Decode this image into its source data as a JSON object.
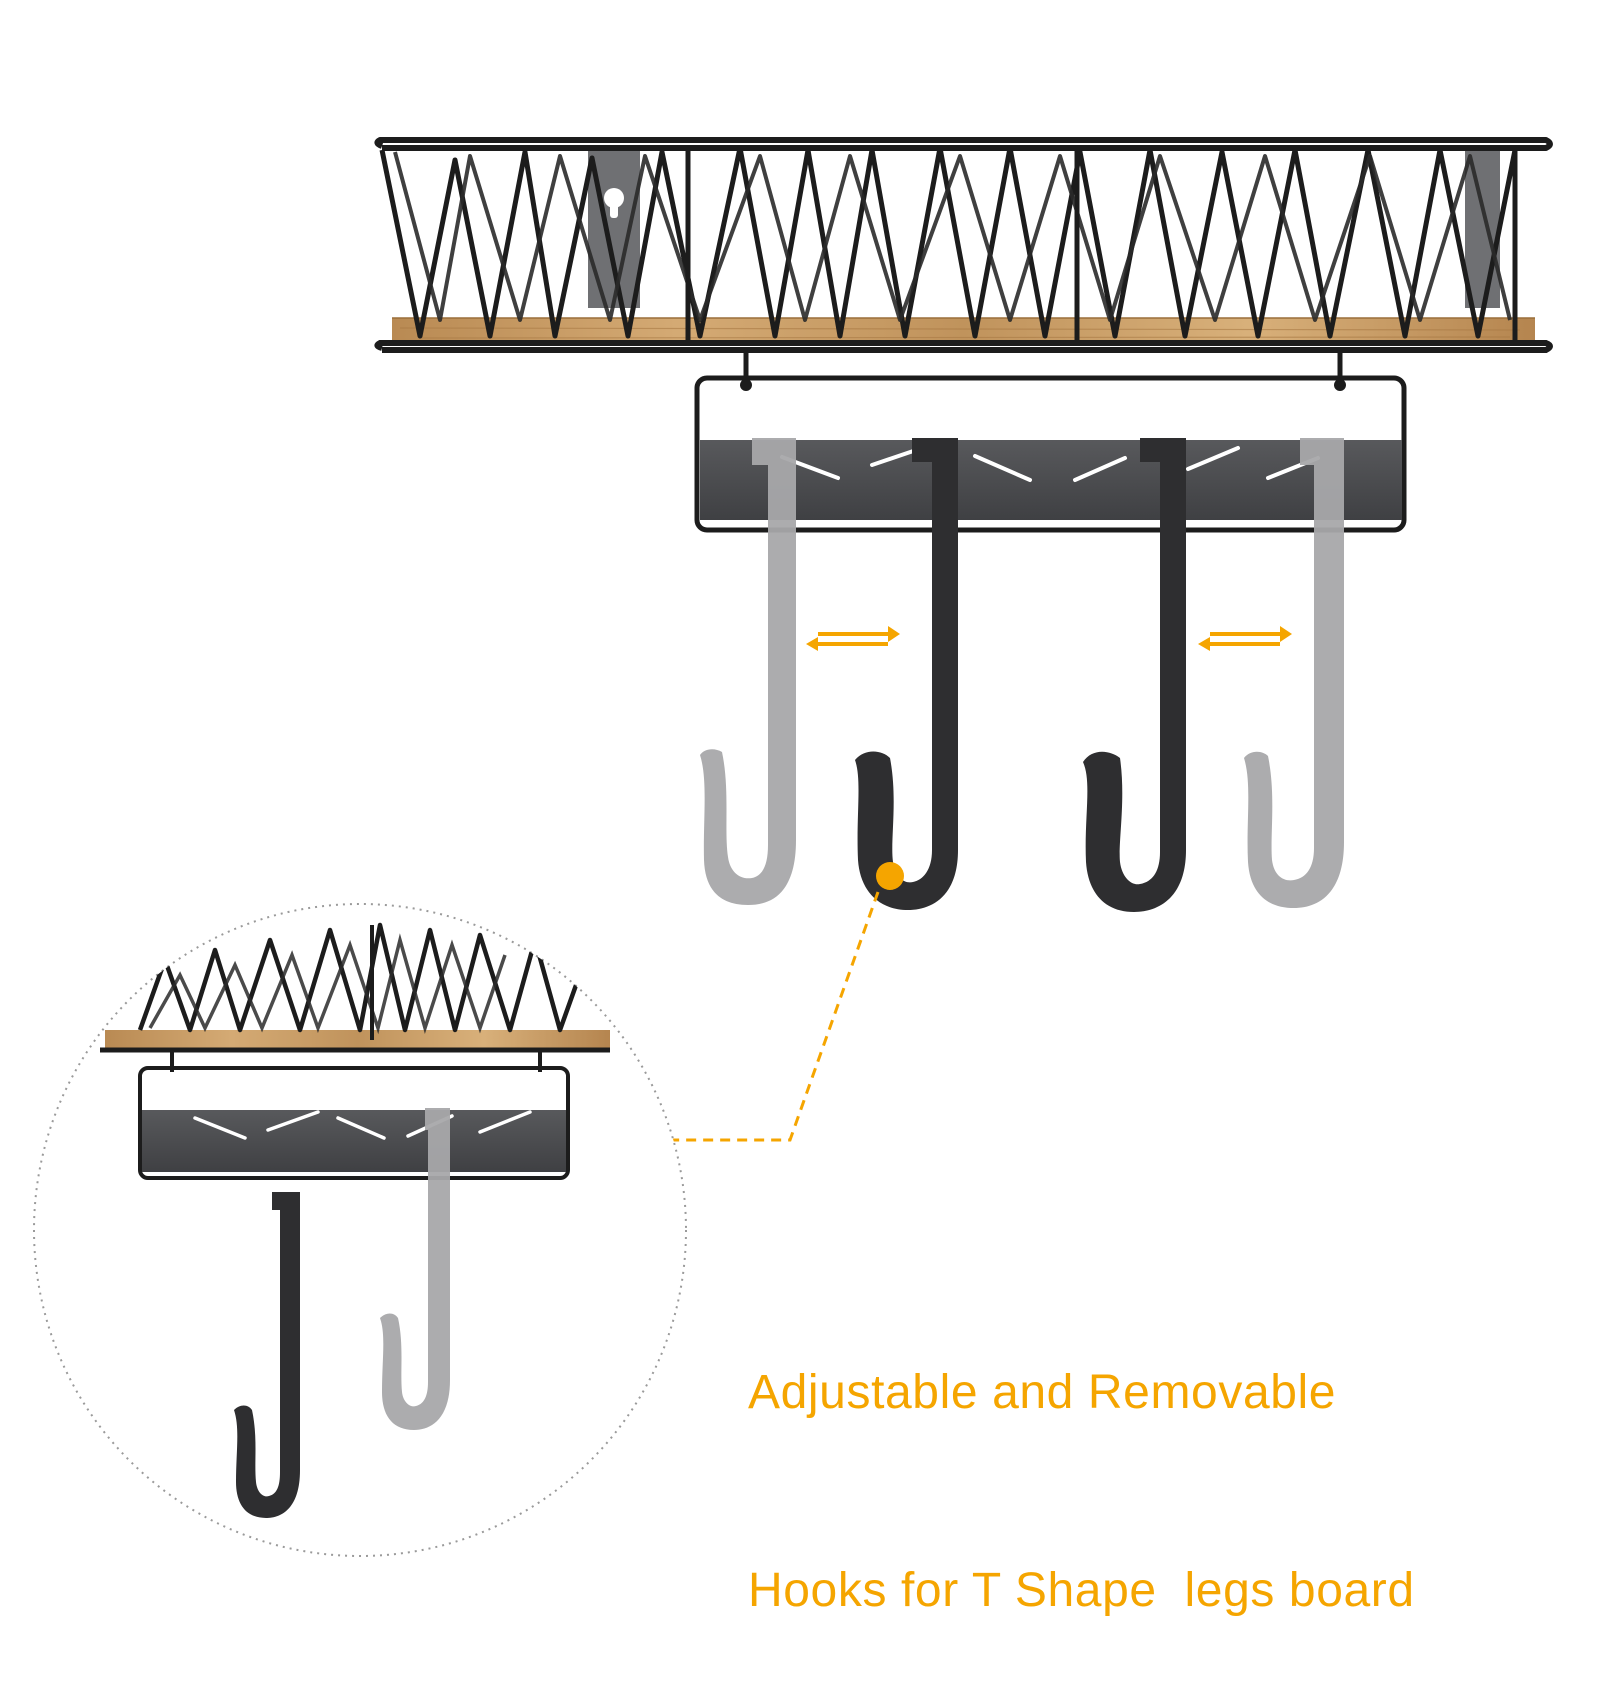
{
  "caption": {
    "line1": "Adjustable and Removable",
    "line2": "Hooks for T Shape  legs board"
  },
  "colors": {
    "accent": "#f5a500",
    "wire": "#1c1c1c",
    "wood": "#c79a62",
    "rail": "#4f5053",
    "hook_dark": "#2e2e30",
    "hook_light": "#a7a7a9",
    "background": "#ffffff"
  },
  "icons": {
    "shelf": "wire-basket-shelf",
    "hooks": "s-hook",
    "arrows": "double-arrow-left-right",
    "callout": "dashed-callout-line",
    "detail": "zoom-detail-circle"
  }
}
